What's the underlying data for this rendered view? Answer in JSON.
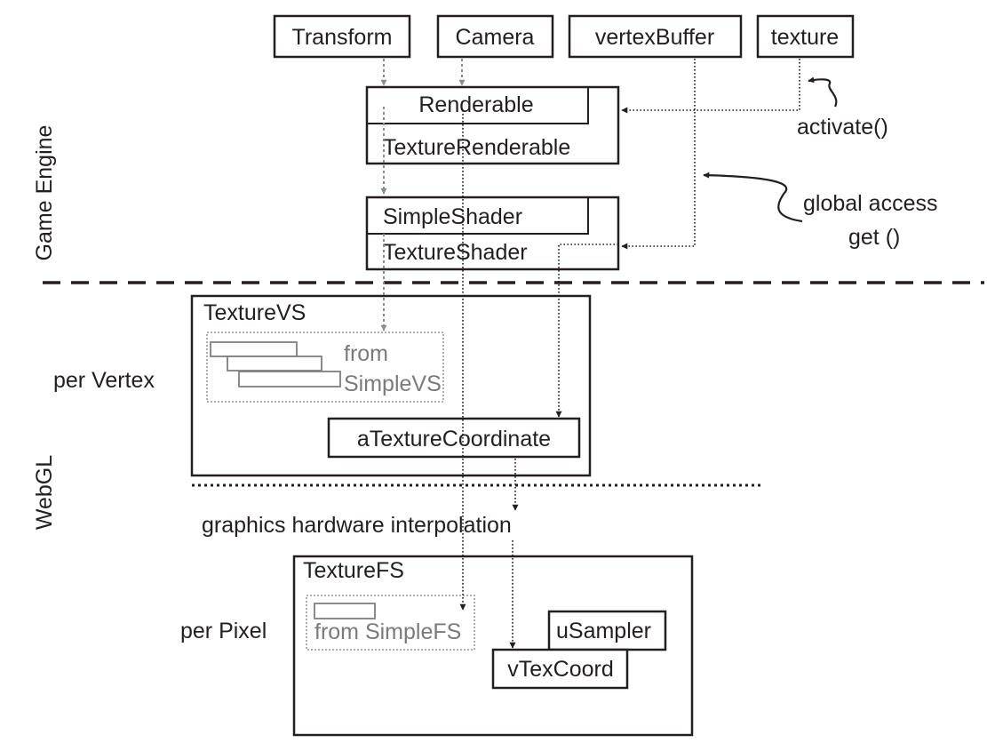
{
  "sections": {
    "game_engine": "Game Engine",
    "webgl": "WebGL",
    "per_vertex": "per Vertex",
    "per_pixel": "per Pixel",
    "interpolation": "graphics hardware interpolation"
  },
  "top_boxes": {
    "transform": "Transform",
    "camera": "Camera",
    "vertex_buffer": "vertexBuffer",
    "texture": "texture"
  },
  "renderable": {
    "base": "Renderable",
    "derived": "TextureRenderable"
  },
  "shader": {
    "base": "SimpleShader",
    "derived": "TextureShader"
  },
  "annotations": {
    "activate": "activate()",
    "global_access": "global access",
    "get": "get ()"
  },
  "vertex_shader": {
    "title": "TextureVS",
    "from": "from",
    "source": "SimpleVS",
    "attribute": "aTextureCoordinate"
  },
  "fragment_shader": {
    "title": "TextureFS",
    "from": "from SimpleFS",
    "sampler": "uSampler",
    "varying": "vTexCoord"
  }
}
